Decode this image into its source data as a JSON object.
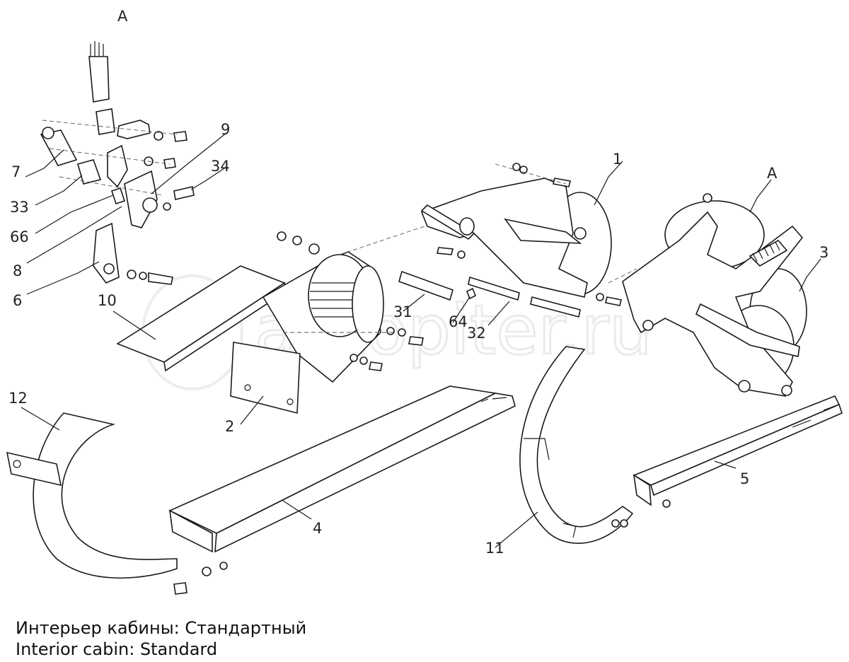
{
  "view_labels": {
    "detail_top": "A",
    "detail_right": "A"
  },
  "watermark": "autopiter.ru",
  "callouts": {
    "p1": "1",
    "p2": "2",
    "p3": "3",
    "p4": "4",
    "p5": "5",
    "p6": "6",
    "p7": "7",
    "p8": "8",
    "p9": "9",
    "p10": "10",
    "p11": "11",
    "p12": "12",
    "p31": "31",
    "p32": "32",
    "p33": "33",
    "p34": "34",
    "p64": "64",
    "p66": "66"
  },
  "captions": {
    "ru": "Интерьер кабины: Стандартный",
    "en": "Interior cabin: Standard"
  }
}
